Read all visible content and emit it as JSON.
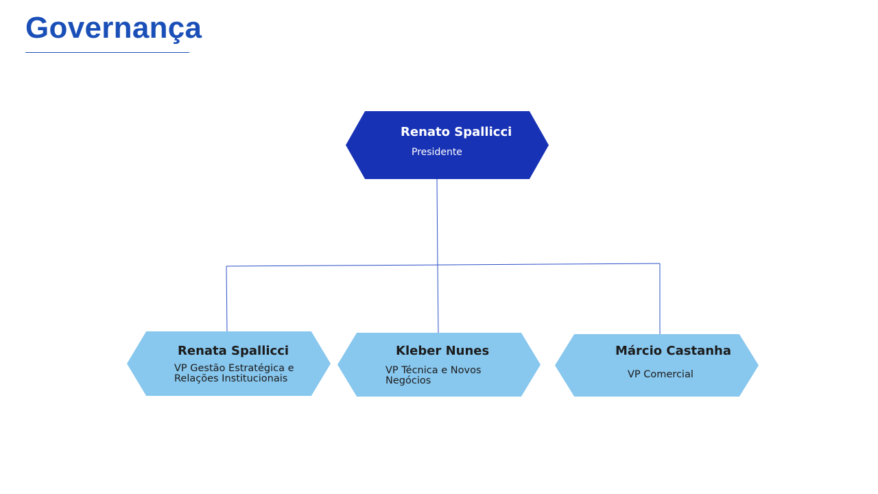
{
  "page": {
    "title": "Governança"
  },
  "colors": {
    "title": "#1a4fb8",
    "top_node": "#1832b5",
    "child_node": "#88c7ee",
    "connector": "#2b4fc7"
  },
  "org": {
    "president": {
      "name": "Renato Spallicci",
      "role": "Presidente"
    },
    "vps": [
      {
        "name": "Renata Spallicci",
        "role": "VP Gestão Estratégica e Relações Institucionais"
      },
      {
        "name": "Kleber Nunes",
        "role": "VP Técnica e Novos Negócios"
      },
      {
        "name": "Márcio Castanha",
        "role": "VP Comercial"
      }
    ]
  }
}
